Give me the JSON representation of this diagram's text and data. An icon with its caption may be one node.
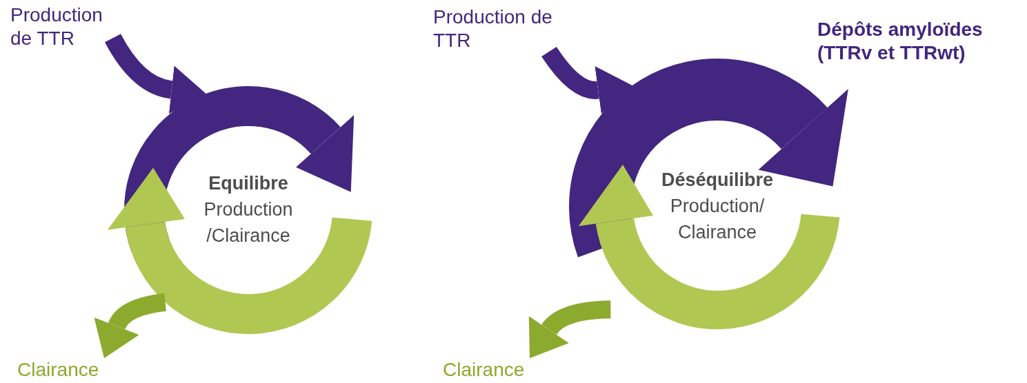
{
  "diagram": {
    "nodes": [
      {
        "text": [
          "Production de TTR"
        ]
      },
      {
        "text": [
          "Equilibre",
          "Production /Clairance"
        ]
      },
      {
        "text": [
          "Clairance"
        ]
      },
      {
        "text": [
          "Production de TTR"
        ]
      },
      {
        "text": [
          "Déséquilibre",
          "Production/ Clairance"
        ]
      },
      {
        "text": [
          "Clairance"
        ]
      }
    ],
    "edges": [
      {
        "from": 0,
        "to": 1,
        "arrow": "to"
      },
      {
        "from": 1,
        "to": 2,
        "arrow": "to",
        "color": "#8caa2e"
      },
      {
        "from": 3,
        "to": 4,
        "arrow": "to"
      },
      {
        "from": 4,
        "to": 5,
        "arrow": "to",
        "color": "#8caa2e"
      }
    ],
    "labels": [
      "Dépôts amyloïdes (TTRv et TTRwt)"
    ]
  }
}
